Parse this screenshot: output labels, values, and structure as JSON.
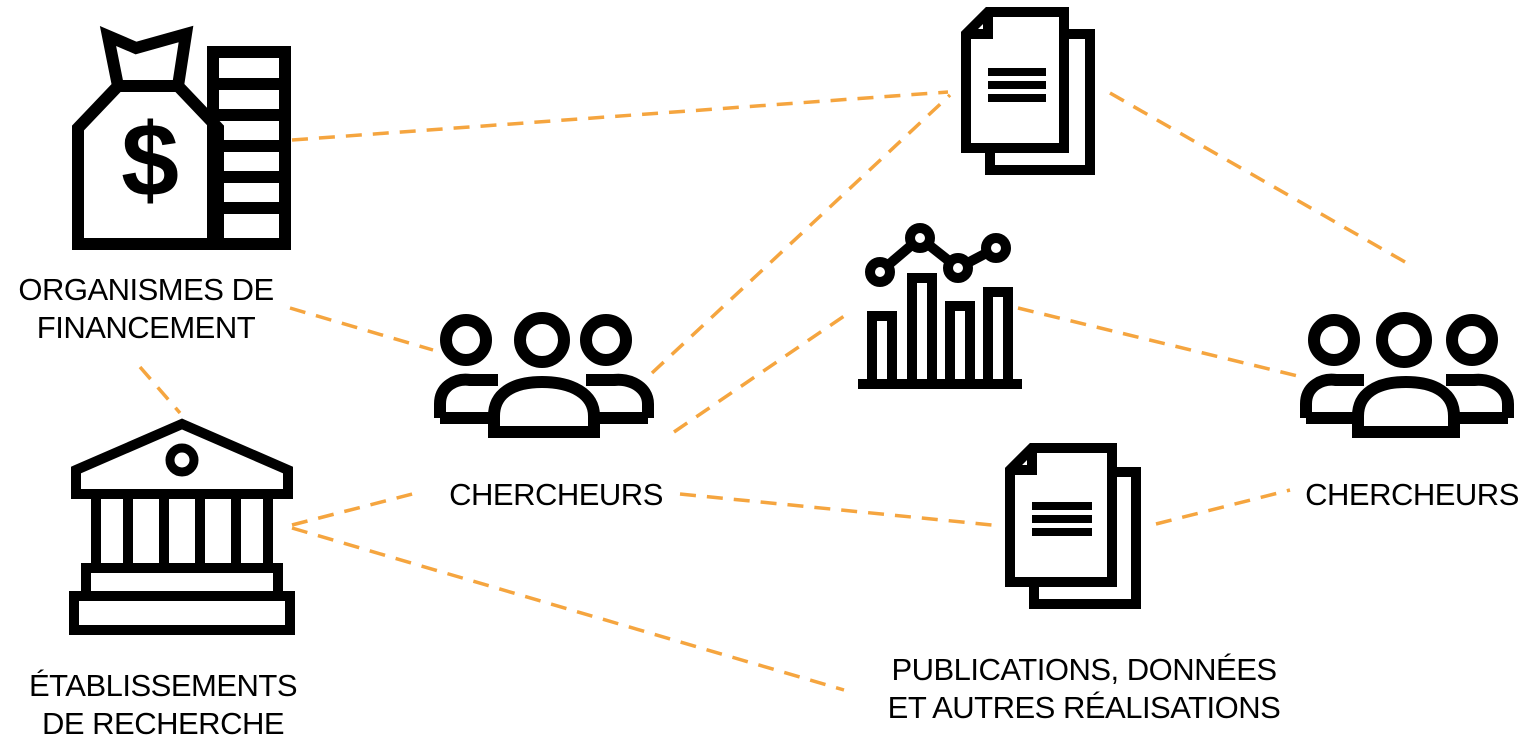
{
  "diagram": {
    "accent_color": "#f5a53f",
    "icon_color": "#000000",
    "nodes": {
      "funding": {
        "icon": "money-bag-coins-icon",
        "label_lines": [
          "ORGANISMES DE",
          "FINANCEMENT"
        ]
      },
      "institutions": {
        "icon": "institution-building-icon",
        "label_lines": [
          "ÉTABLISSEMENTS",
          "DE RECHERCHE"
        ]
      },
      "researchers_a": {
        "icon": "people-group-icon",
        "label": "CHERCHEURS"
      },
      "researchers_b": {
        "icon": "people-group-icon",
        "label": "CHERCHEURS"
      },
      "document_top": {
        "icon": "documents-icon"
      },
      "chart": {
        "icon": "bar-line-chart-icon"
      },
      "publications": {
        "icon": "documents-icon",
        "label_lines": [
          "PUBLICATIONS, DONNÉES",
          "ET AUTRES RÉALISATIONS"
        ]
      }
    },
    "links": [
      [
        "funding",
        "document_top"
      ],
      [
        "funding",
        "researchers_a"
      ],
      [
        "funding",
        "institutions"
      ],
      [
        "researchers_a",
        "document_top"
      ],
      [
        "researchers_a",
        "chart"
      ],
      [
        "researchers_a",
        "publications"
      ],
      [
        "document_top",
        "researchers_b"
      ],
      [
        "chart",
        "researchers_b"
      ],
      [
        "publications",
        "researchers_b"
      ],
      [
        "institutions",
        "researchers_a"
      ],
      [
        "institutions",
        "publications"
      ]
    ]
  }
}
